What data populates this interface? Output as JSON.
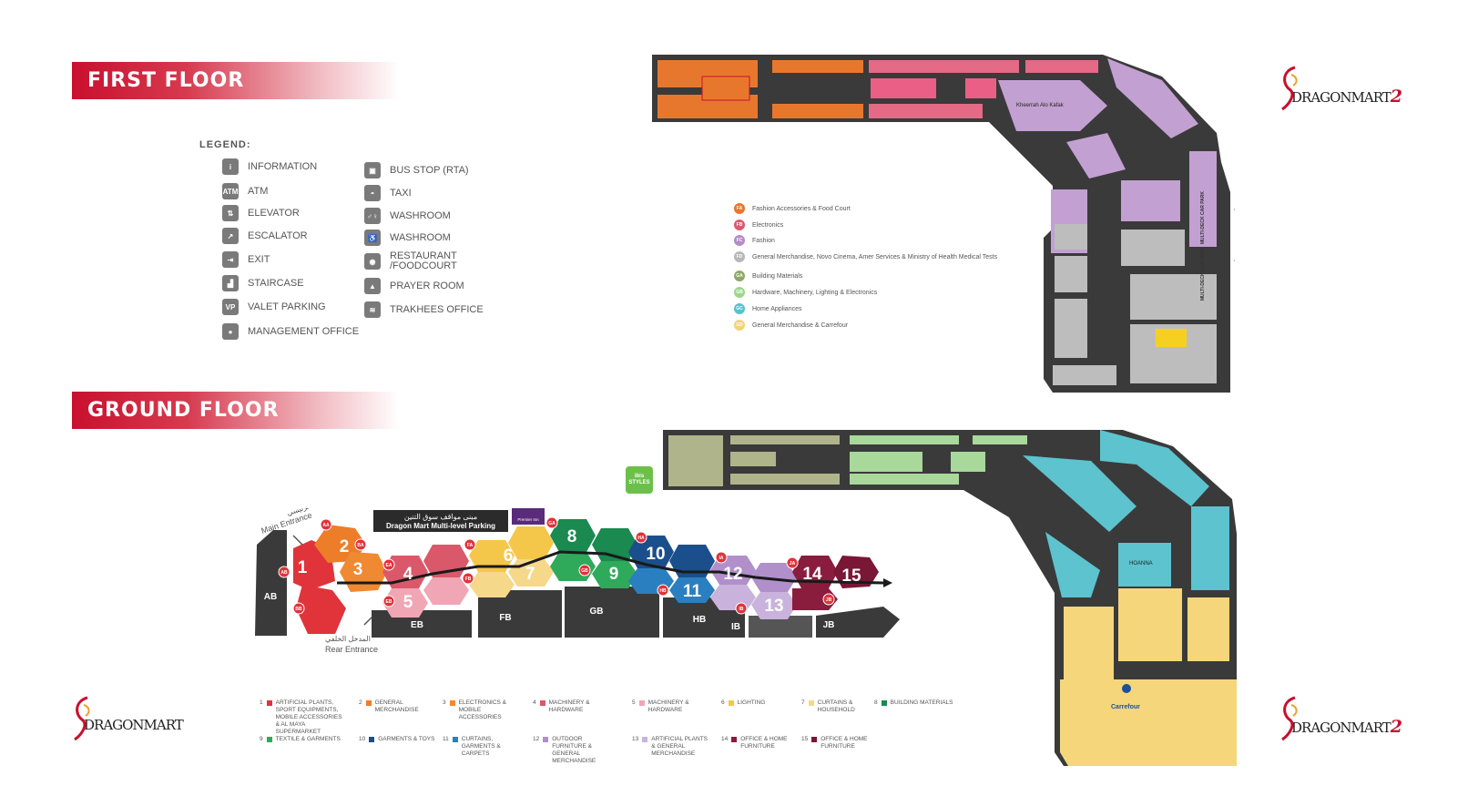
{
  "headings": {
    "first_floor": "FIRST FLOOR",
    "ground_floor": "GROUND FLOOR"
  },
  "legend": {
    "title": "LEGEND:",
    "items": [
      {
        "label": "INFORMATION",
        "icon": "information-icon",
        "glyph": "i"
      },
      {
        "label": "ATM",
        "icon": "atm-icon",
        "glyph": "ATM"
      },
      {
        "label": "ELEVATOR",
        "icon": "elevator-icon",
        "glyph": "⇅"
      },
      {
        "label": "ESCALATOR",
        "icon": "escalator-icon",
        "glyph": "↗"
      },
      {
        "label": "EXIT",
        "icon": "exit-icon",
        "glyph": "⇥"
      },
      {
        "label": "STAIRCASE",
        "icon": "staircase-icon",
        "glyph": "▟"
      },
      {
        "label": "VALET PARKING",
        "icon": "valet-parking-icon",
        "glyph": "VP"
      },
      {
        "label": "MANAGEMENT OFFICE",
        "icon": "management-office-icon",
        "glyph": "●"
      },
      {
        "label": "BUS STOP (RTA)",
        "icon": "bus-stop-icon",
        "glyph": "▣"
      },
      {
        "label": "TAXI",
        "icon": "taxi-icon",
        "glyph": "◓"
      },
      {
        "label": "WASHROOM",
        "icon": "washroom-icon",
        "glyph": "♂♀"
      },
      {
        "label": "WASHROOM",
        "icon": "accessible-washroom-icon",
        "glyph": "♿"
      },
      {
        "label": "RESTAURANT /FOODCOURT",
        "icon": "restaurant-icon",
        "glyph": "◉"
      },
      {
        "label": "PRAYER ROOM",
        "icon": "prayer-room-icon",
        "glyph": "▲"
      },
      {
        "label": "TRAKHEES OFFICE",
        "icon": "trakhees-office-icon",
        "glyph": "≋"
      }
    ]
  },
  "zones": [
    {
      "code": "FA",
      "label": "Fashion Accessories & Food Court",
      "color": "#e8772e"
    },
    {
      "code": "FB",
      "label": "Electronics",
      "color": "#d95a6f"
    },
    {
      "code": "FC",
      "label": "Fashion",
      "color": "#b48cc8"
    },
    {
      "code": "FD",
      "label": "General Merchandise, Novo Cinema, Amer Services & Ministry of Health Medical Tests",
      "color": "#b8b8b8"
    },
    {
      "code": "GA",
      "label": "Building Materials",
      "color": "#8fa86a"
    },
    {
      "code": "GB",
      "label": "Hardware, Machinery, Lighting & Electronics",
      "color": "#9fd68c"
    },
    {
      "code": "GC",
      "label": "Home Appliances",
      "color": "#58c2cf"
    },
    {
      "code": "GD",
      "label": "General Merchandise & Carrefour",
      "color": "#f2d27a"
    }
  ],
  "first_floor_map": {
    "store_labels": [
      "Kheerrah Alo Kafak"
    ],
    "side_labels": [
      "MULTI-DECK CAR PARK",
      "MULTI-DECK CAR PARK"
    ]
  },
  "ground_floor_map": {
    "store_labels": [
      "HOANNA",
      "Carrefour"
    ],
    "hotel_label": "ibis STYLES",
    "direction_label": "Premier Inn"
  },
  "overview": {
    "parking_sign_ar": "مبنى مواقف سوق التنين",
    "parking_sign_en": "Dragon Mart Multi-level Parking",
    "hotel": "Premier Inn",
    "main_entrance_ar": "المدخل الرئيسي",
    "main_entrance_en": "Main Entrance",
    "rear_entrance_ar": "المدخل الخلفي",
    "rear_entrance_en": "Rear Entrance",
    "parkings": [
      "AB",
      "EB",
      "FB",
      "GB",
      "HB",
      "IB",
      "JB"
    ],
    "sections": [
      "1",
      "2",
      "3",
      "4",
      "5",
      "6",
      "7",
      "8",
      "9",
      "10",
      "11",
      "12",
      "13",
      "14",
      "15"
    ],
    "gate_codes": [
      "AA",
      "AB",
      "BA",
      "BB",
      "EA",
      "EB",
      "FA",
      "FB",
      "GA",
      "GB",
      "HA",
      "HB",
      "IA",
      "IB",
      "JA",
      "JB"
    ]
  },
  "categories": [
    {
      "num": "1",
      "label": "ARTIFICIAL PLANTS, SPORT EQUIPMENTS, MOBILE ACCESSORIES & AL MAYA SUPERMARKET",
      "color": "#e0333a"
    },
    {
      "num": "2",
      "label": "GENERAL MERCHANDISE",
      "color": "#ee7d2a"
    },
    {
      "num": "3",
      "label": "ELECTRONICS & MOBILE ACCESSORIES",
      "color": "#f08a32"
    },
    {
      "num": "4",
      "label": "MACHINERY & HARDWARE",
      "color": "#d9596a"
    },
    {
      "num": "5",
      "label": "MACHINERY & HARDWARE",
      "color": "#f0a6b4"
    },
    {
      "num": "6",
      "label": "LIGHTING",
      "color": "#f4c64a"
    },
    {
      "num": "7",
      "label": "CURTAINS & HOUSEHOLD",
      "color": "#f6d88a"
    },
    {
      "num": "8",
      "label": "BUILDING MATERIALS",
      "color": "#1a8a50"
    },
    {
      "num": "9",
      "label": "TEXTILE & GARMENTS",
      "color": "#2eaa5a"
    },
    {
      "num": "10",
      "label": "GARMENTS & TOYS",
      "color": "#1b4f8c"
    },
    {
      "num": "11",
      "label": "CURTAINS, GARMENTS & CARPETS",
      "color": "#2a7fc0"
    },
    {
      "num": "12",
      "label": "OUTDOOR FURNITURE & GENERAL MERCHANDISE",
      "color": "#b08fcb"
    },
    {
      "num": "13",
      "label": "ARTIFICIAL PLANTS & GENERAL MERCHANDISE",
      "color": "#c9b3dc"
    },
    {
      "num": "14",
      "label": "OFFICE & HOME FURNITURE",
      "color": "#8a1c3e"
    },
    {
      "num": "15",
      "label": "OFFICE & HOME FURNITURE",
      "color": "#7a1636"
    }
  ],
  "logos": {
    "brand": "DRAGONMART",
    "suffix": "2"
  }
}
